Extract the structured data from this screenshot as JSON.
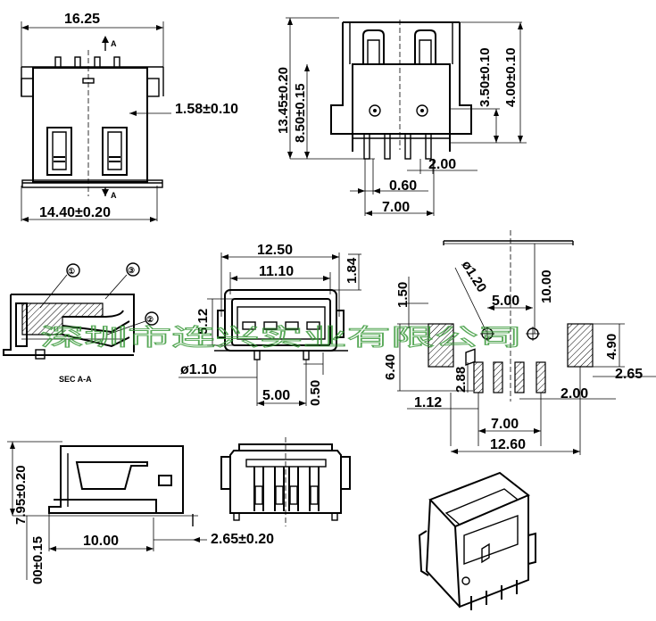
{
  "dimensions": {
    "top_width": "16.25",
    "side_offset": "1.58±0.10",
    "bottom_width": "14.40±0.20",
    "total_height": "13.45±0.20",
    "body_height": "8.50±0.15",
    "pin_height_a": "3.50±0.10",
    "pin_height_b": "4.00±0.10",
    "pin_spacing": "2.00",
    "pin_width": "0.60",
    "outer_pin_span": "7.00",
    "front_width_outer": "12.50",
    "front_width_inner": "11.10",
    "front_top_height": "1.84",
    "front_port_height": "5.12",
    "front_hole": "ø1.10",
    "front_pin_pitch": "5.00",
    "front_pin_offset": "0.50",
    "fp_hole_dia": "ø1.20",
    "fp_hole_pitch": "5.00",
    "fp_hole_offset": "10.00",
    "fp_pad_height_left": "1.50",
    "fp_pad_height_right": "4.90",
    "fp_offset_left": "6.40",
    "fp_pin_pad_height": "2.88",
    "fp_right_offset": "2.65",
    "fp_left_offset": "1.12",
    "fp_pin_pitch": "2.00",
    "fp_pin_span": "7.00",
    "fp_total_width": "12.60",
    "side_height": "7.95±0.20",
    "side_base_offset": "00±0.15",
    "side_depth": "10.00",
    "side_rear_offset": "2.65±0.20"
  },
  "section": {
    "label": "SEC A-A",
    "callout_1": "①",
    "callout_2": "②",
    "callout_3": "③",
    "arrow_label": "A"
  },
  "watermark": "深圳市连兴实业有限公司"
}
